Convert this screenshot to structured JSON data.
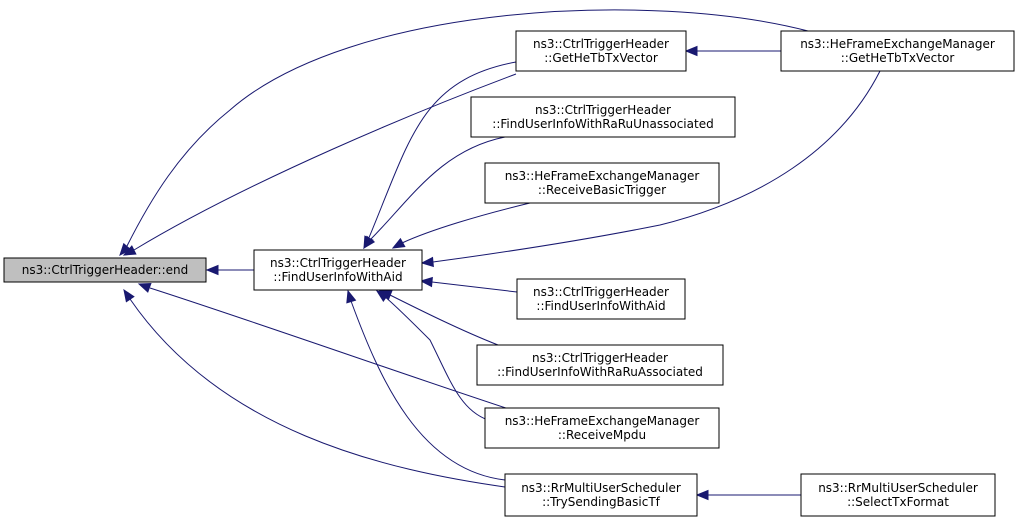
{
  "colors": {
    "edge": "#191970",
    "root_fill": "#bfbfbf",
    "node_fill": "#ffffff",
    "border": "#000000"
  },
  "nodes": [
    {
      "id": "end",
      "lines": [
        "ns3::CtrlTriggerHeader::end"
      ]
    },
    {
      "id": "findAid",
      "lines": [
        "ns3::CtrlTriggerHeader",
        "::FindUserInfoWithAid"
      ]
    },
    {
      "id": "getHeTb",
      "lines": [
        "ns3::CtrlTriggerHeader",
        "::GetHeTbTxVector"
      ]
    },
    {
      "id": "findUnassoc",
      "lines": [
        "ns3::CtrlTriggerHeader",
        "::FindUserInfoWithRaRuUnassociated"
      ]
    },
    {
      "id": "recvBasic",
      "lines": [
        "ns3::HeFrameExchangeManager",
        "::ReceiveBasicTrigger"
      ]
    },
    {
      "id": "findAid2",
      "lines": [
        "ns3::CtrlTriggerHeader",
        "::FindUserInfoWithAid"
      ]
    },
    {
      "id": "findAssoc",
      "lines": [
        "ns3::CtrlTriggerHeader",
        "::FindUserInfoWithRaRuAssociated"
      ]
    },
    {
      "id": "recvMpdu",
      "lines": [
        "ns3::HeFrameExchangeManager",
        "::ReceiveMpdu"
      ]
    },
    {
      "id": "trySend",
      "lines": [
        "ns3::RrMultiUserScheduler",
        "::TrySendingBasicTf"
      ]
    },
    {
      "id": "heGetTb",
      "lines": [
        "ns3::HeFrameExchangeManager",
        "::GetHeTbTxVector"
      ]
    },
    {
      "id": "selectTx",
      "lines": [
        "ns3::RrMultiUserScheduler",
        "::SelectTxFormat"
      ]
    }
  ],
  "edges": [
    {
      "from": "end",
      "to": "findAid"
    },
    {
      "from": "end",
      "to": "getHeTb"
    },
    {
      "from": "end",
      "to": "heGetTb"
    },
    {
      "from": "end",
      "to": "recvMpdu"
    },
    {
      "from": "end",
      "to": "trySend"
    },
    {
      "from": "findAid",
      "to": "getHeTb"
    },
    {
      "from": "findAid",
      "to": "findUnassoc"
    },
    {
      "from": "findAid",
      "to": "recvBasic"
    },
    {
      "from": "findAid",
      "to": "heGetTb"
    },
    {
      "from": "findAid",
      "to": "findAid2"
    },
    {
      "from": "findAid",
      "to": "findAssoc"
    },
    {
      "from": "findAid",
      "to": "recvMpdu"
    },
    {
      "from": "findAid",
      "to": "trySend"
    },
    {
      "from": "getHeTb",
      "to": "heGetTb"
    },
    {
      "from": "trySend",
      "to": "selectTx"
    }
  ]
}
